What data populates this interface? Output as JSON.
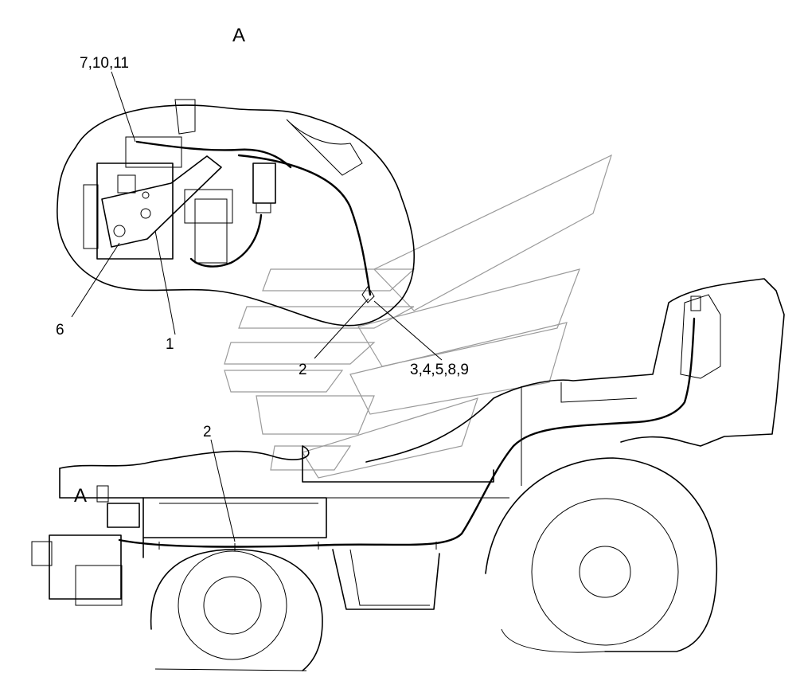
{
  "diagram": {
    "view_title": "A",
    "view_marker": "A",
    "callouts": {
      "c_7_10_11": "7,10,11",
      "c_6": "6",
      "c_1": "1",
      "c_2_detail": "2",
      "c_3_4_5_8_9": "3,4,5,8,9",
      "c_2_main": "2"
    }
  }
}
